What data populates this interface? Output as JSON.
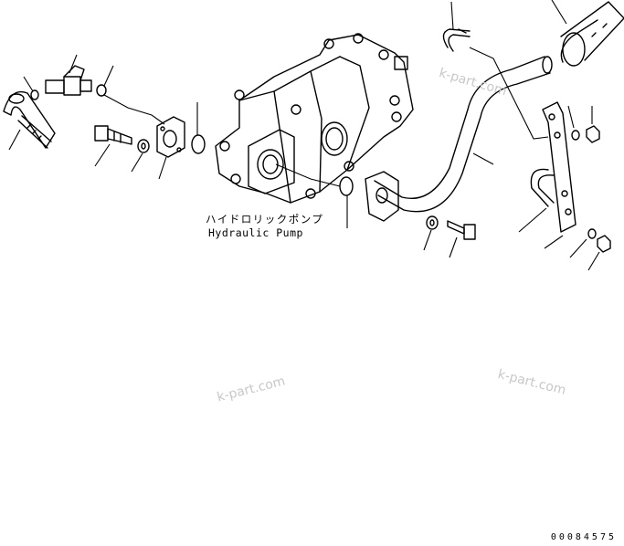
{
  "pump_label": {
    "japanese": "ハイドロリックポンプ",
    "english": "Hydraulic Pump"
  },
  "watermarks": [
    "k-part.com",
    "k-part.com",
    "k-part.com"
  ],
  "document_number": "00084575",
  "colors": {
    "line": "#000000",
    "watermark": "#c8c8c8",
    "background": "#ffffff"
  }
}
